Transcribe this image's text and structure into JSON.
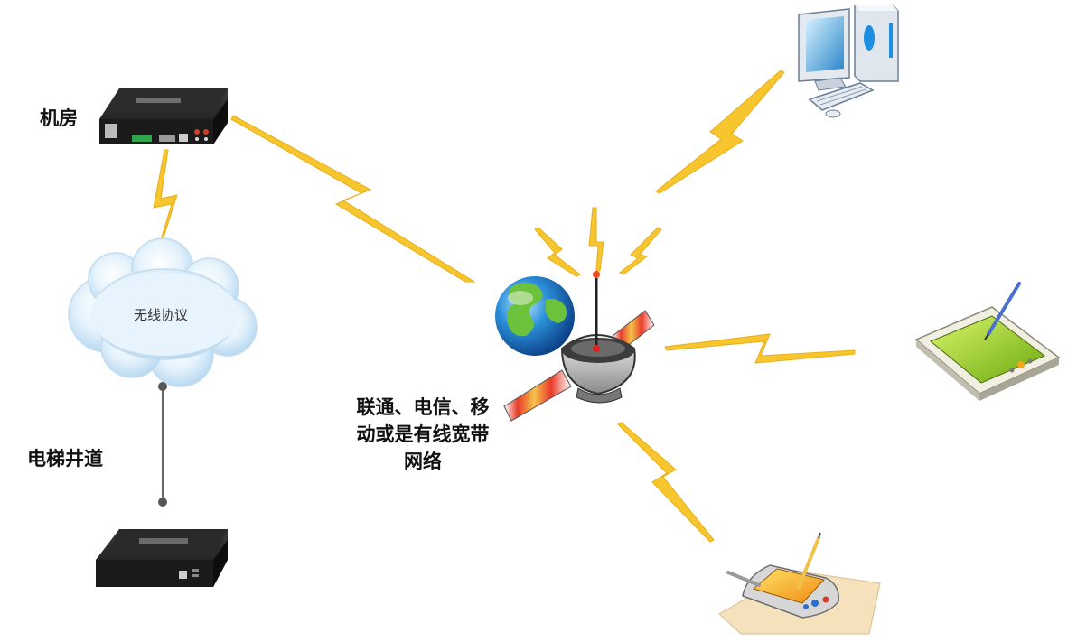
{
  "labels": {
    "machine_room": "机房",
    "elevator_shaft": "电梯井道",
    "wireless_protocol": "无线协议",
    "network_line1": "联通、电信、移",
    "network_line2": "动或是有线宽带",
    "network_line3": "网络"
  },
  "colors": {
    "lightning": "#f7c62f",
    "lightning_edge": "#e0a414",
    "cloud": "#d8ecf9",
    "device_body": "#1e1e1e"
  },
  "icons": [
    "gateway-device-icon",
    "cloud-icon",
    "terminal-device-icon",
    "satellite-globe-icon",
    "desktop-computer-icon",
    "tablet-icon",
    "pda-icon",
    "lightning-icon"
  ]
}
